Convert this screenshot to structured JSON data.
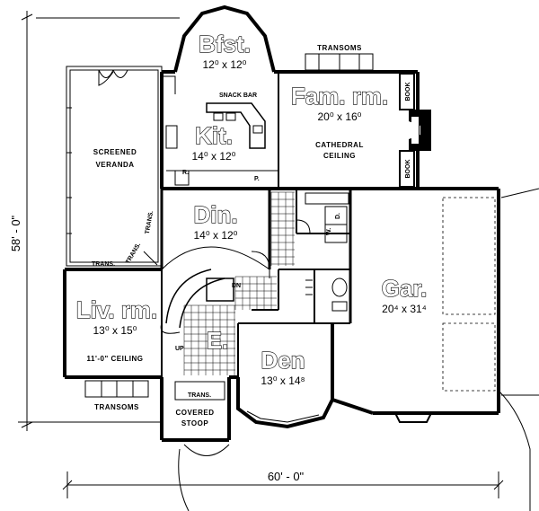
{
  "overall": {
    "depth": "58' - 0\"",
    "width": "60' - 0\""
  },
  "rooms": {
    "bfst": {
      "name": "Bfst.",
      "size": "12⁰ x 12⁰"
    },
    "fam": {
      "name": "Fam. rm.",
      "size": "20⁰ x 16⁰",
      "note1": "CATHEDRAL",
      "note2": "CEILING"
    },
    "kit": {
      "name": "Kit.",
      "size": "14⁰ x 12⁰"
    },
    "din": {
      "name": "Din.",
      "size": "14⁰ x 12⁰"
    },
    "liv": {
      "name": "Liv. rm.",
      "size": "13⁰ x 15⁰",
      "note": "11'-0\" CEILING"
    },
    "den": {
      "name": "Den",
      "size": "13⁰ x 14⁸"
    },
    "gar": {
      "name": "Gar.",
      "size": "20⁴ x 31⁴"
    },
    "entry": {
      "name": "E."
    },
    "veranda": {
      "line1": "SCREENED",
      "line2": "VERANDA"
    }
  },
  "labels": {
    "transoms_top": "TRANSOMS",
    "transoms_bottom": "TRANSOMS",
    "snack_bar": "SNACK BAR",
    "book_top": "BOOK",
    "book_bottom": "BOOK",
    "r": "R.",
    "p": "P.",
    "trans_1": "TRANS.",
    "trans_2": "TRANS.",
    "trans_3": "TRANS.",
    "trans_stoop": "TRANS.",
    "covered": "COVERED",
    "stoop": "STOOP",
    "dn": "DN",
    "up": "UP",
    "wd_w": "W.",
    "wd_d": "D."
  }
}
